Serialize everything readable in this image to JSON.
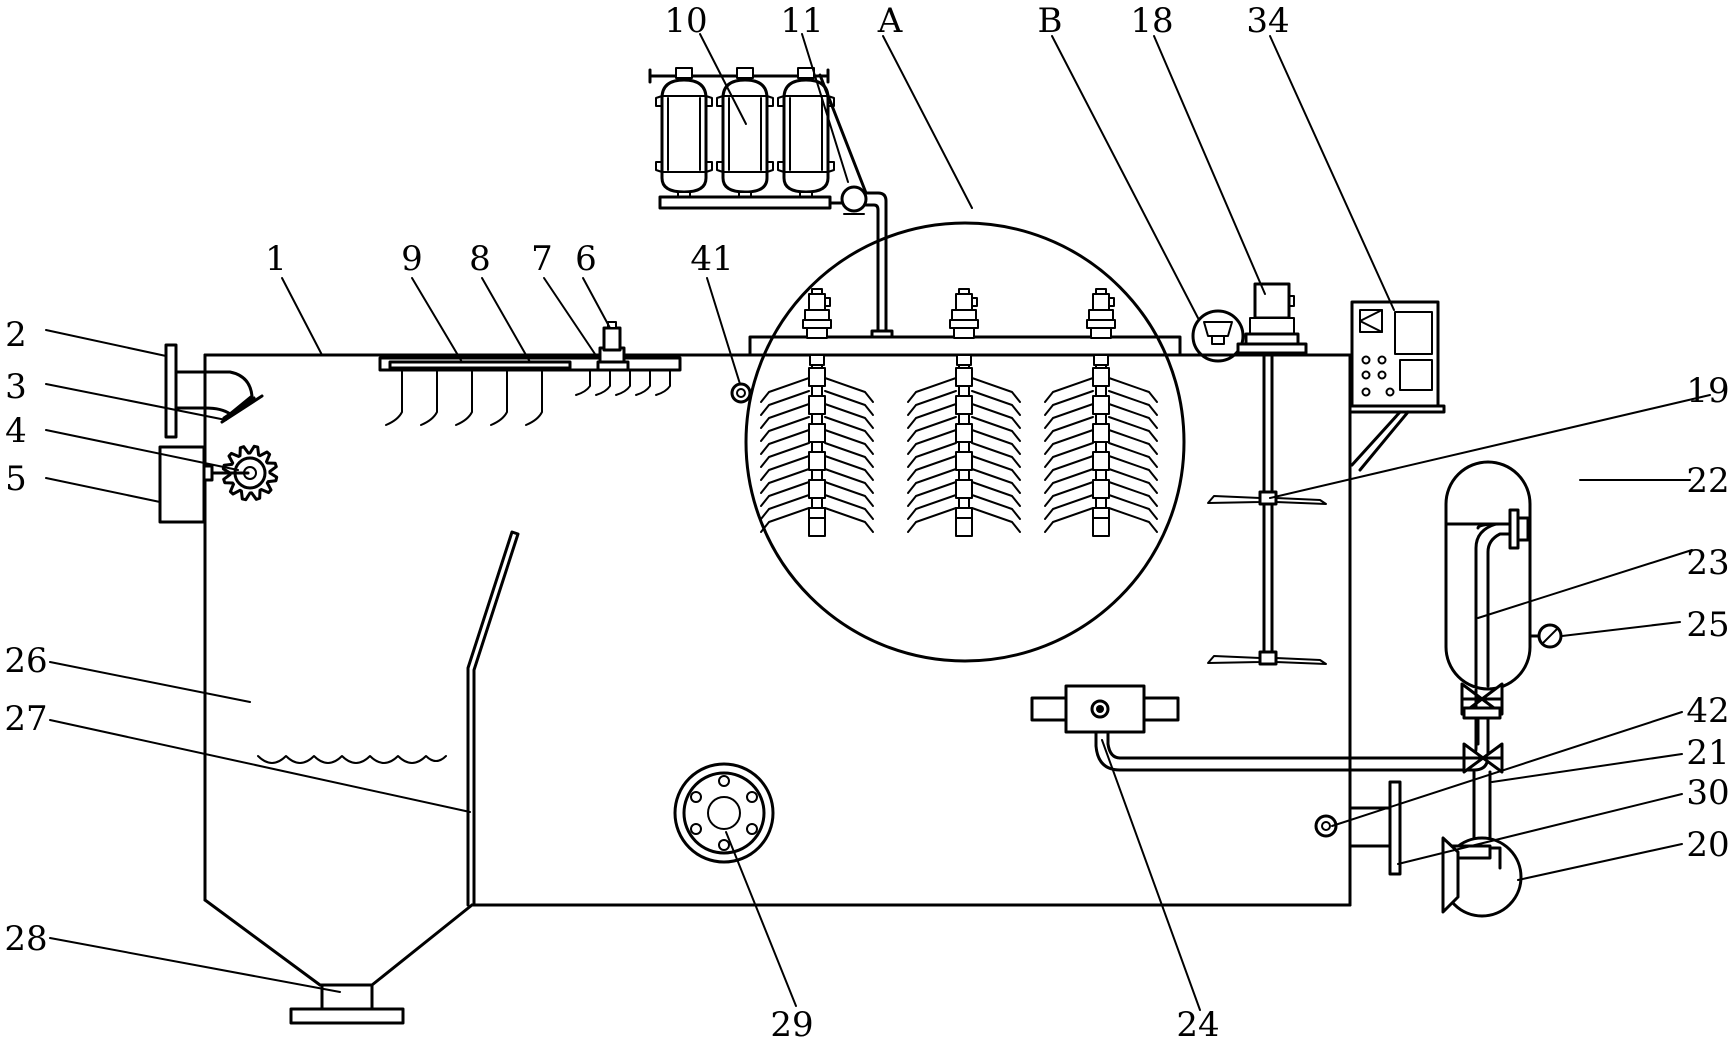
{
  "figure": {
    "labels": [
      {
        "text": "10",
        "part": "filter-cartridge-group"
      },
      {
        "text": "11",
        "part": "connecting-pipe"
      },
      {
        "text": "A",
        "part": "detail-circle-a"
      },
      {
        "text": "B",
        "part": "detail-circle-b"
      },
      {
        "text": "18",
        "part": "stirring-motor"
      },
      {
        "text": "34",
        "part": "control-panel"
      },
      {
        "text": "1",
        "part": "tank-body"
      },
      {
        "text": "9",
        "part": "scraper-rake"
      },
      {
        "text": "8",
        "part": "slide-rail"
      },
      {
        "text": "7",
        "part": "slider-block"
      },
      {
        "text": "6",
        "part": "drive-motor"
      },
      {
        "text": "41",
        "part": "top-sensor"
      },
      {
        "text": "2",
        "part": "inlet-flange"
      },
      {
        "text": "3",
        "part": "inlet-nozzle"
      },
      {
        "text": "4",
        "part": "gear-wheel"
      },
      {
        "text": "5",
        "part": "gear-motor-box"
      },
      {
        "text": "19",
        "part": "stirring-blade"
      },
      {
        "text": "22",
        "part": "pressure-vessel"
      },
      {
        "text": "23",
        "part": "supply-pipe"
      },
      {
        "text": "25",
        "part": "pressure-gauge"
      },
      {
        "text": "26",
        "part": "sludge-chamber"
      },
      {
        "text": "27",
        "part": "baffle-plate"
      },
      {
        "text": "42",
        "part": "bottom-sensor"
      },
      {
        "text": "21",
        "part": "valve-line"
      },
      {
        "text": "30",
        "part": "outlet-flange"
      },
      {
        "text": "20",
        "part": "pump"
      },
      {
        "text": "28",
        "part": "drain-outlet"
      },
      {
        "text": "29",
        "part": "inspection-port"
      },
      {
        "text": "24",
        "part": "dissolved-air-releaser"
      }
    ]
  }
}
